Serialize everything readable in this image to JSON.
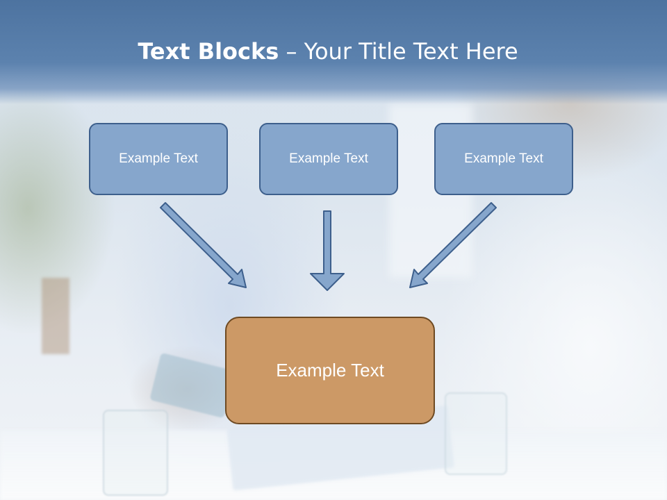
{
  "slide": {
    "title_bold": "Text Blocks",
    "title_dash": " – ",
    "title_rest": "Your Title Text Here"
  },
  "blocks": {
    "top": [
      {
        "label": "Example Text"
      },
      {
        "label": "Example Text"
      },
      {
        "label": "Example Text"
      }
    ],
    "bottom": {
      "label": "Example Text"
    }
  },
  "colors": {
    "title_band": "#5c82ae",
    "block_fill": "#86a6cc",
    "block_border": "#3d5f8c",
    "target_fill": "#cc9966",
    "target_border": "#6e4a22",
    "arrow_fill": "#86a6cc"
  },
  "icons": [
    "arrow-down-right-icon",
    "arrow-down-icon",
    "arrow-down-left-icon"
  ]
}
